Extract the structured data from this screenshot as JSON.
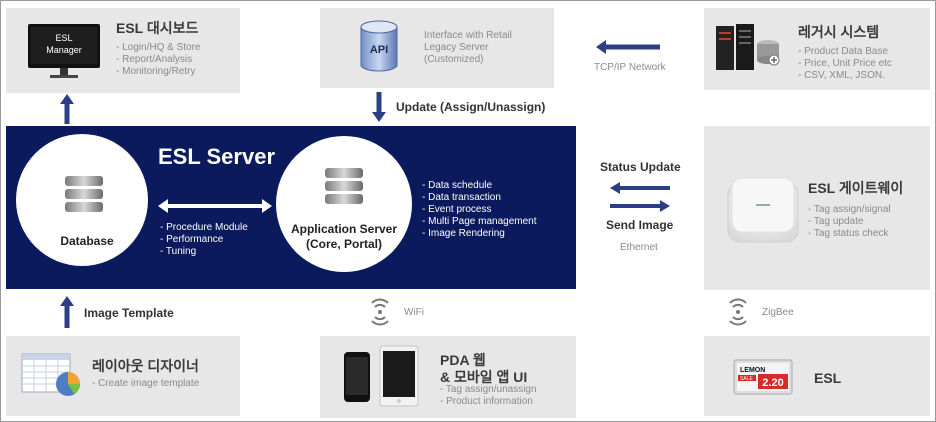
{
  "dashboard": {
    "title": "ESL 대시보드",
    "monitor_text_1": "ESL",
    "monitor_text_2": "Manager",
    "items": [
      "- Login/HQ & Store",
      "- Report/Analysis",
      "- Monitoring/Retry"
    ]
  },
  "api": {
    "icon_label": "API",
    "desc": [
      "Interface with Retail",
      "Legacy Server",
      "(Customized)"
    ]
  },
  "legacy": {
    "title": "레거시 시스템",
    "items": [
      "- Product  Data Base",
      "-    Price, Unit Price etc",
      "-    CSV, XML, JSON."
    ]
  },
  "tcpip_label": "TCP/IP Network",
  "update_label": "Update (Assign/Unassign)",
  "server": {
    "title": "ESL Server",
    "database_label": "Database",
    "app_server_label_1": "Application Server",
    "app_server_label_2": "(Core, Portal)",
    "procedure_items": [
      "- Procedure Module",
      "- Performance",
      "- Tuning"
    ],
    "app_items": [
      "- Data schedule",
      "- Data transaction",
      "- Event process",
      "- Multi Page management",
      "- Image Rendering"
    ]
  },
  "status_update_label": "Status Update",
  "send_image_label": "Send Image",
  "ethernet_label": "Ethernet",
  "gateway": {
    "title": "ESL 게이트웨이",
    "items": [
      "- Tag assign/signal",
      "- Tag update",
      "- Tag status check"
    ]
  },
  "image_template_label": "Image Template",
  "wifi_label": "WiFi",
  "zigbee_label": "ZigBee",
  "layout_designer": {
    "title": "레이아웃 디자이너",
    "items": [
      "- Create image template"
    ]
  },
  "pda": {
    "title_1": "PDA 웹",
    "title_2": "& 모바일 앱 UI",
    "items": [
      "- Tag assign/unassign",
      "- Product information"
    ]
  },
  "esl": {
    "title": "ESL",
    "tag_brand": "LEMON",
    "tag_sale": "SALE",
    "tag_price": "2.20"
  },
  "colors": {
    "navy": "#0a1a5c",
    "arrow": "#2c3f86",
    "box_bg": "#e7e7e7"
  }
}
